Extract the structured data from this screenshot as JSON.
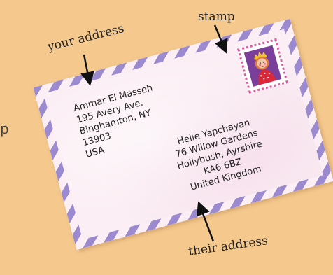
{
  "labels": {
    "stamp": "stamp",
    "your_address": "your address",
    "their_address": "their address",
    "edge_fragment": "p"
  },
  "sender": {
    "line1": "Ammar El Masseh",
    "line2": "195 Avery Ave.",
    "line3": "Binghamton, NY",
    "line4": "13903",
    "line5": "USA"
  },
  "recipient": {
    "line1": "Helie Yapchayan",
    "line2": "76 Willow Gardens",
    "line3": "Hollybush, Ayrshire",
    "line4": "KA6 6BZ",
    "line5": "United Kingdom"
  },
  "colors": {
    "background": "#f5c98d",
    "envelope": "#fbeef4",
    "airmail_stripe": "#9b8ad0",
    "stamp_perforation": "#e05aa0",
    "stamp_art": "#7a3f9a"
  }
}
